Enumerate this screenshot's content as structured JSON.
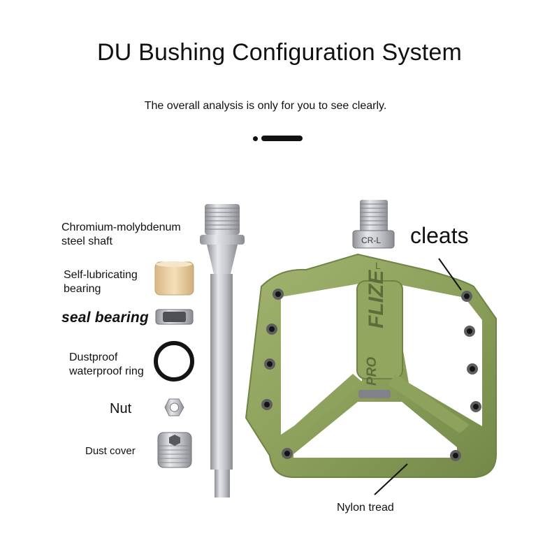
{
  "header": {
    "title": "DU Bushing Configuration System",
    "subtitle": "The overall analysis is only for you to see clearly."
  },
  "parts": {
    "shaft": "Chromium-molybdenum\nsteel shaft",
    "self_lubricating_bearing": "Self-lubricating\nbearing",
    "seal_bearing": "seal bearing",
    "dustproof_ring": "Dustproof\nwaterproof ring",
    "nut": "Nut",
    "dust_cover": "Dust cover"
  },
  "callouts": {
    "cleats": "cleats",
    "nylon_tread": "Nylon tread"
  },
  "pedal": {
    "brand_text": "FLIZE",
    "model_text": "PRO",
    "thread_mark": "CR-L",
    "side_mark": "L"
  },
  "colors": {
    "pedal_green": "#8aa05a",
    "metal": "#b7b8bc",
    "bearing": "#e6c89a",
    "text": "#111111"
  }
}
